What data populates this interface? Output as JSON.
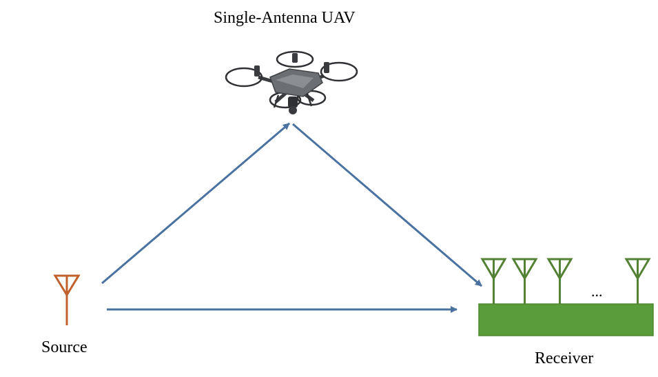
{
  "labels": {
    "uav": "Single-Antenna UAV",
    "source": "Source",
    "receiver": "Receiver",
    "ellipsis": "..."
  },
  "colors": {
    "arrow": "#4a72a0",
    "source_antenna": "#c0612b",
    "receiver_antenna": "#548235",
    "receiver_body": "#5b9c3a",
    "receiver_border": "#4e8a31",
    "drone_body": "#6b6e73",
    "drone_dark": "#2f3033"
  },
  "icons": {
    "uav": "drone-icon",
    "source": "antenna-icon",
    "receiver_antennas": "antenna-icon"
  }
}
